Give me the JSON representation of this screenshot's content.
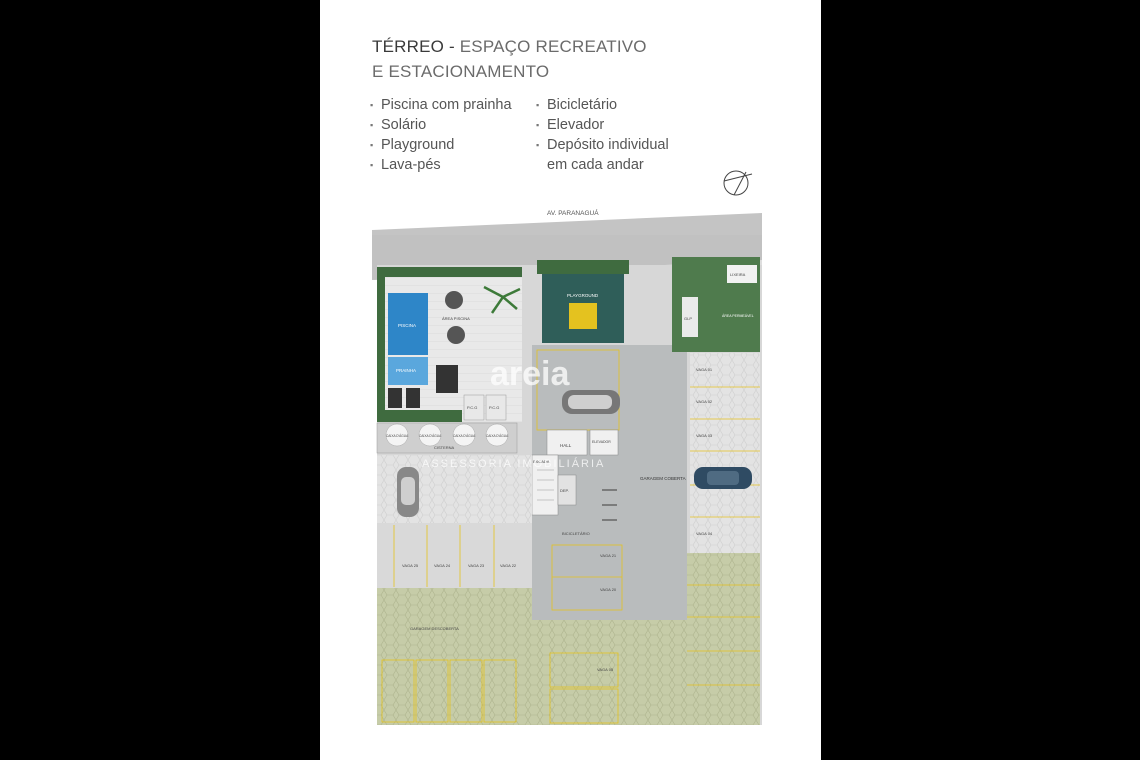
{
  "title": {
    "bold": "TÉRREO -",
    "rest": " ESPAÇO RECREATIVO",
    "line2": "E ESTACIONAMENTO"
  },
  "features_left": [
    "Piscina com prainha",
    "Solário",
    "Playground",
    "Lava-pés"
  ],
  "features_right": [
    "Bicicletário",
    "Elevador",
    "Depósito individual",
    "em cada andar"
  ],
  "plan": {
    "street": "AV. PARANAGUÁ",
    "labels": {
      "piscina": "PISCINA",
      "prainha": "PRAINHA",
      "area_piscina": "ÁREA PISCINA",
      "playground": "PLAYGROUND",
      "lixeira": "LIXEIRA",
      "glp": "GLP",
      "area_permeavel": "ÁREA PERMEÁVEL",
      "pcg1": "P.C.G",
      "pcg2": "P.C.G",
      "caixa1": "CAIXA D'ÁGUA",
      "caixa2": "CAIXA D'ÁGUA",
      "caixa3": "CAIXA D'ÁGUA",
      "caixa4": "CAIXA D'ÁGUA",
      "cisterna": "CISTERNA",
      "hall": "HALL",
      "elevador": "ELEVADOR",
      "escada": "ESCADA",
      "dep": "DEP.",
      "bicicletario": "BICICLETÁRIO",
      "garagem": "GARAGEM COBERTA",
      "garagem_descoberta": "GARAGEM DESCOBERTA"
    },
    "vagas": [
      "VAGA 25",
      "VAGA 24",
      "VAGA 23",
      "VAGA 22",
      "VAGA 21",
      "VAGA 20",
      "VAGA 01",
      "VAGA 02",
      "VAGA 03",
      "VAGA 04",
      "VAGA 05"
    ]
  },
  "watermark": {
    "brand": "areia",
    "tag": "ASSESSORIA IMOBILIÁRIA"
  },
  "colors": {
    "title_bold": "#3a3a3a",
    "title_rest": "#6b6b6b",
    "pool": "#2e86c8",
    "paving": "#bfc7a1",
    "garage": "#b9bcbd",
    "grass": "#4f7b4d",
    "playground": "#2f5e59",
    "yellow": "#e4c21f"
  }
}
